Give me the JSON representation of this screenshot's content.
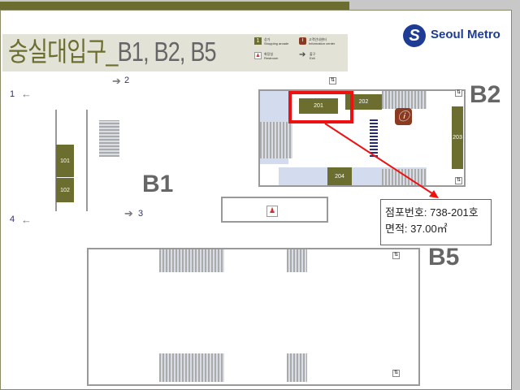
{
  "header": {
    "title_station": "숭실대입구_",
    "title_floors": "B1, B2, B5",
    "logo_text": "Seoul Metro"
  },
  "legend": [
    {
      "icon": "shop-icon",
      "label_ko": "상가",
      "label_en": "Shopping arcade",
      "glyph": "1"
    },
    {
      "icon": "info-icon",
      "label_ko": "고객안내센터",
      "label_en": "Information center",
      "glyph": "i"
    },
    {
      "icon": "restroom-icon",
      "label_ko": "화장실",
      "label_en": "Restroom",
      "glyph": "🚻"
    },
    {
      "icon": "exit-arrow-icon",
      "label_ko": "출구",
      "label_en": "Exit",
      "glyph": "➔"
    }
  ],
  "floors": {
    "b1": "B1",
    "b2": "B2",
    "b5": "B5"
  },
  "exits": [
    "1",
    "2",
    "3",
    "4"
  ],
  "shops": {
    "s101": "101",
    "s102": "102",
    "s201": "201",
    "s202": "202",
    "s203": "203",
    "s204": "204"
  },
  "callout": {
    "line1": "점포번호: 738-201호",
    "line2": "면적: 37.00㎡"
  },
  "colors": {
    "accent": "#6b6e2e",
    "highlight": "#ee1111",
    "info": "#8b3a22"
  }
}
